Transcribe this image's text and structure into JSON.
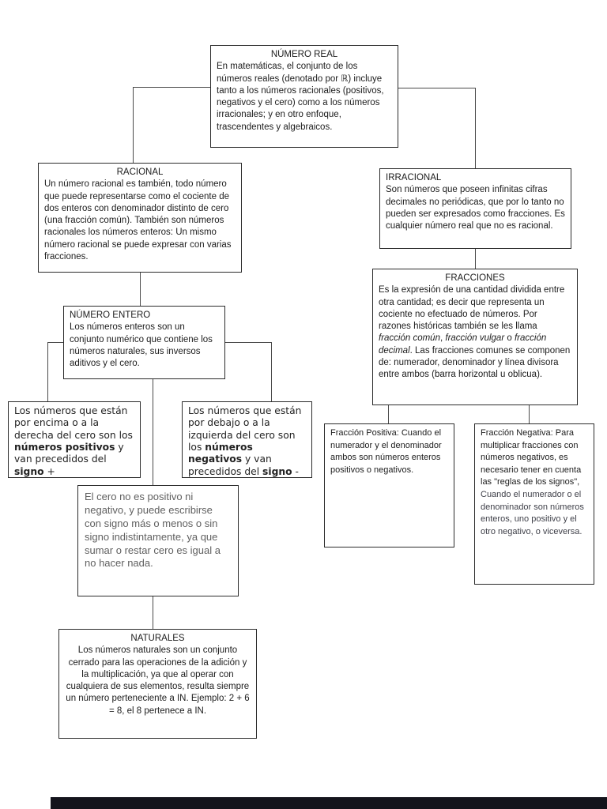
{
  "document": {
    "type": "concept-map",
    "language": "es",
    "accent_line_color": "#4a4a4a",
    "bottom_bar_color": "#14141c"
  },
  "boxes": {
    "numero_real": {
      "title": "NÚMERO REAL",
      "body": "En matemáticas, el conjunto de los números reales (denotado por ℝ) incluye tanto a los números racionales (positivos, negativos y el cero) como a los números irracionales; y en otro enfoque, trascendentes y algebraicos."
    },
    "racional": {
      "title": "RACIONAL",
      "body": "Un número racional es también, todo número que puede representarse como el cociente de dos enteros con denominador distinto de cero (una fracción común). También son números racionales los números enteros: Un mismo número racional se puede expresar con varias fracciones."
    },
    "irracional": {
      "title": "IRRACIONAL",
      "body": "Son números que poseen infinitas cifras decimales no periódicas, que por lo tanto no pueden ser expresados como fracciones. Es cualquier número real que no es racional."
    },
    "fracciones": {
      "title": "FRACCIONES",
      "p1": "Es la expresión de una cantidad dividida entre otra cantidad; es decir que representa un cociente no efectuado de números. Por razones históricas también se les llama ",
      "i1": "fracción común",
      "p2": ", ",
      "i2": "fracción vulgar",
      "p3": " o ",
      "i3": "fracción decimal",
      "p4": ". Las fracciones comunes se componen de: numerador, denominador y línea divisora entre ambos (barra horizontal u oblicua)."
    },
    "numero_entero": {
      "title": "NÚMERO ENTERO",
      "body": "Los números enteros son un conjunto numérico que contiene los números naturales, sus inversos aditivos y el cero."
    },
    "positivos": {
      "p1": "Los números que están por encima o a la derecha del cero son los ",
      "b1": "números positivos",
      "p2": " y van precedidos del ",
      "b2": "signo",
      "p3": " +"
    },
    "negativos": {
      "p1": "Los números que están por debajo o a la izquierda del cero son los ",
      "b1": "números negativos",
      "p2": " y van precedidos del ",
      "b2": "signo",
      "p3": " -"
    },
    "cero": {
      "body": "El cero no es positivo ni negativo, y puede escribirse con signo más o menos o sin signo indistintamente, ya que sumar o restar cero es igual a no hacer nada."
    },
    "naturales": {
      "title": "NATURALES",
      "body": "Los números naturales son un conjunto cerrado para las operaciones de la adición y la multiplicación, ya que al operar con cualquiera de sus elementos, resulta siempre un número perteneciente a IN. Ejemplo: 2 + 6 = 8, el 8 pertenece a IN."
    },
    "fraccion_positiva": {
      "body": "Fracción Positiva: Cuando el numerador y el denominador ambos son números enteros positivos o negativos."
    },
    "fraccion_negativa": {
      "p1": "Fracción Negativa: Para multiplicar fracciones con números negativos, es necesario tener en cuenta las \"reglas de los signos\", ",
      "p2": "Cuando el numerador o el denominador son números enteros, uno positivo y el otro negativo, o viceversa."
    }
  }
}
